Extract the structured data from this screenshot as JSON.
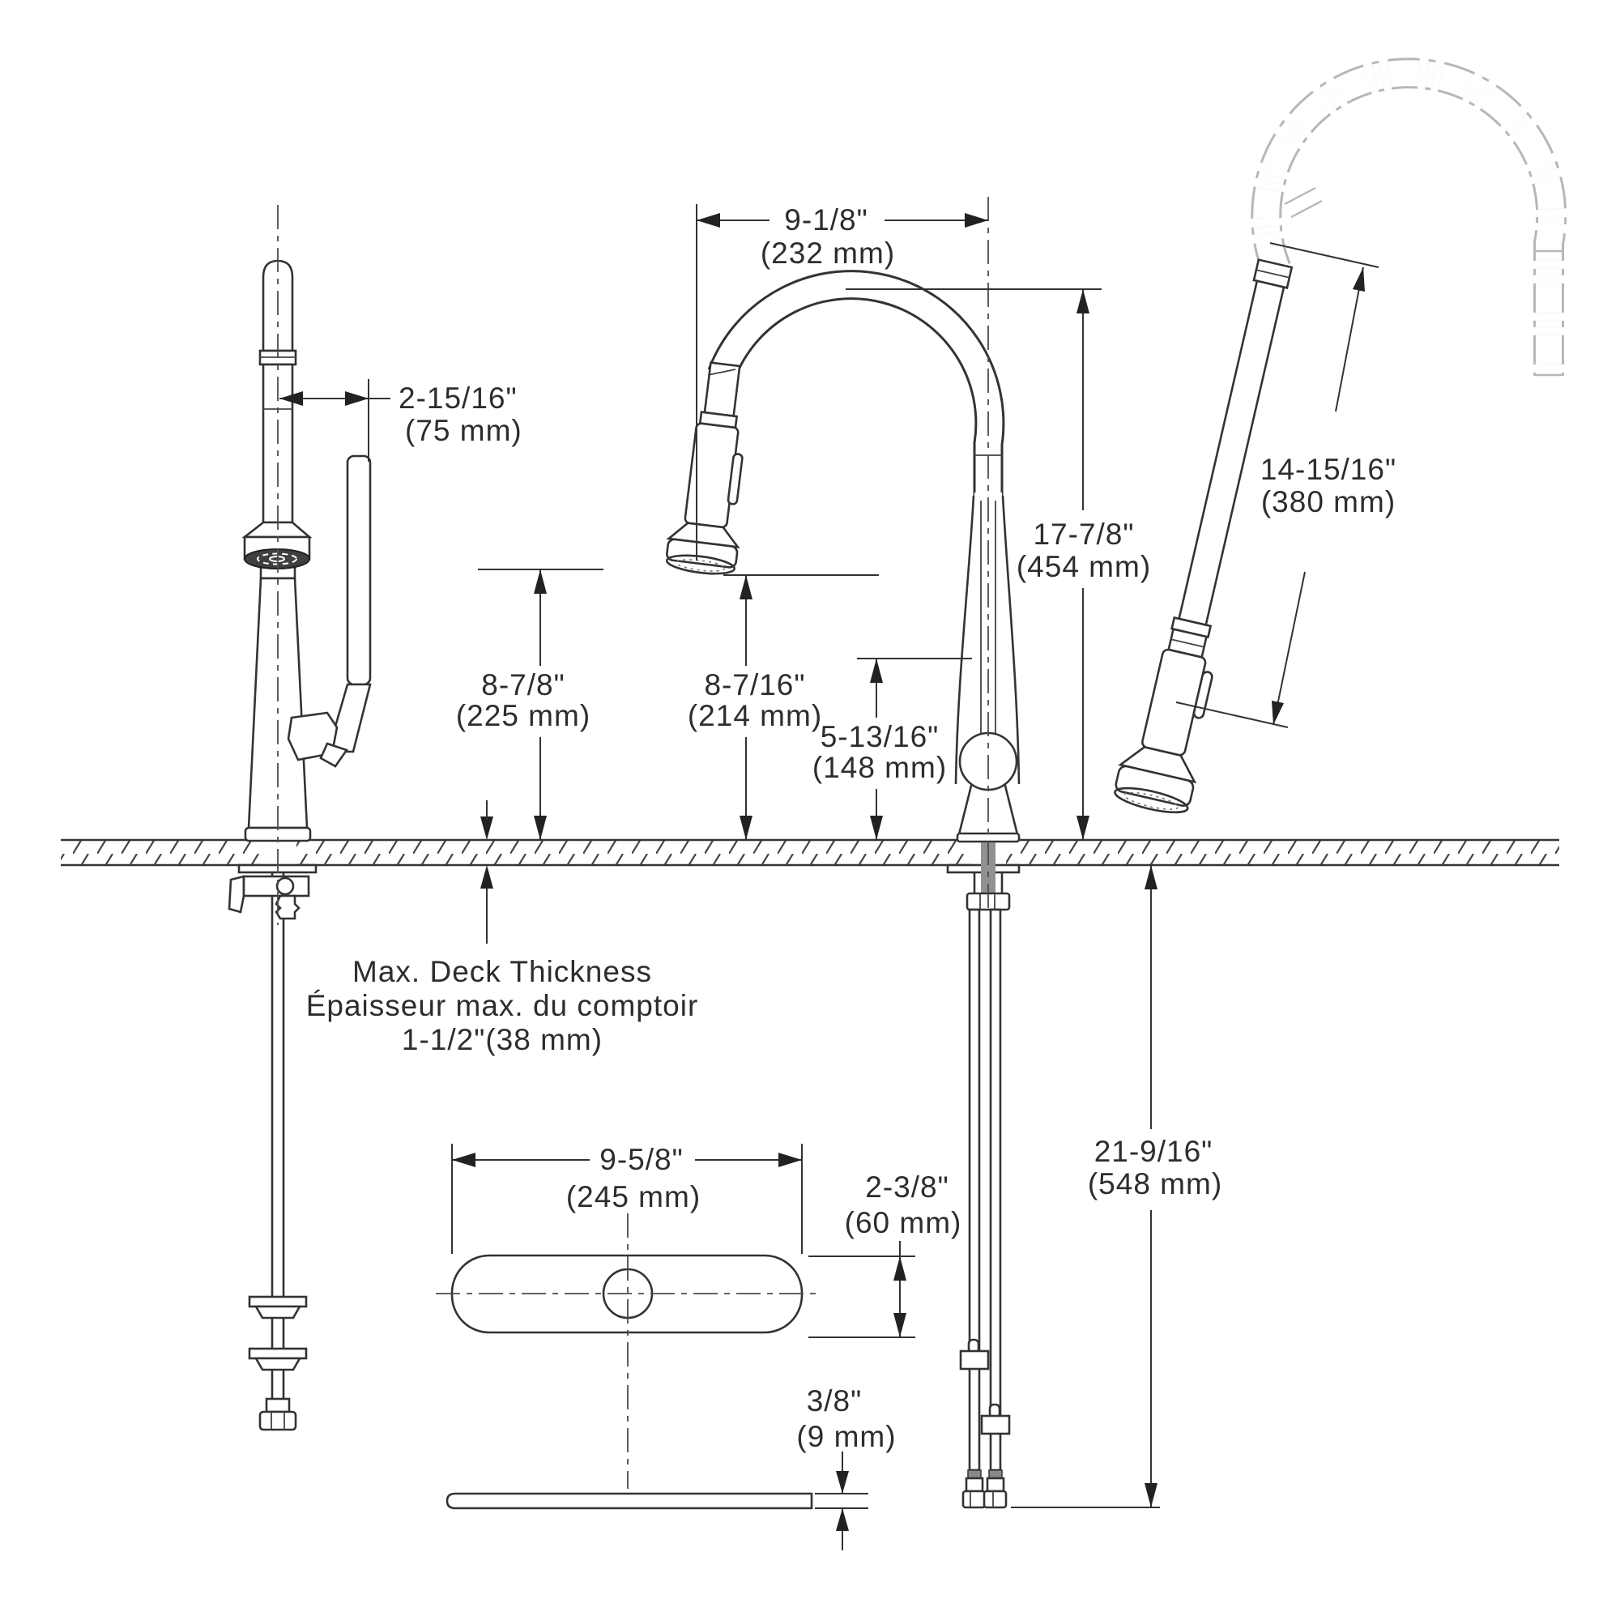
{
  "drawing": {
    "background": "#ffffff",
    "line_color": "#333333",
    "phantom_line_color": "#b7b7b7",
    "spray_face_color": "#3f3f3f"
  },
  "dimensions": {
    "spout_reach": {
      "in": "9-1/8\"",
      "mm": "(232 mm)"
    },
    "handle_offset": {
      "in": "2-15/16\"",
      "mm": "(75 mm)"
    },
    "overall_height": {
      "in": "17-7/8\"",
      "mm": "(454 mm)"
    },
    "hose_length": {
      "in": "14-15/16\"",
      "mm": "(380 mm)"
    },
    "front_outlet_height": {
      "in": "8-7/8\"",
      "mm": "(225 mm)"
    },
    "side_outlet_height": {
      "in": "8-7/16\"",
      "mm": "(214 mm)"
    },
    "handle_height": {
      "in": "5-13/16\"",
      "mm": "(148 mm)"
    },
    "plate_width": {
      "in": "9-5/8\"",
      "mm": "(245 mm)"
    },
    "plate_depth": {
      "in": "2-3/8\"",
      "mm": "(60 mm)"
    },
    "plate_thickness": {
      "in": "3/8\"",
      "mm": "(9 mm)"
    },
    "supply_length": {
      "in": "21-9/16\"",
      "mm": "(548 mm)"
    }
  },
  "notes": {
    "max_deck_en": "Max. Deck Thickness",
    "max_deck_fr": "Épaisseur max. du comptoir",
    "max_deck_value": "1-1/2\"(38 mm)"
  }
}
